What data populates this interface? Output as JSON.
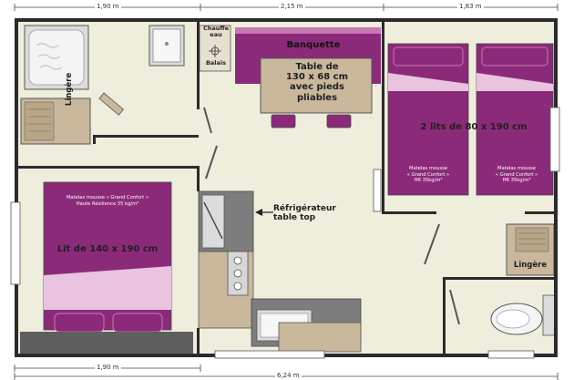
{
  "dimensions": {
    "top": [
      "1,90 m",
      "2,15 m",
      "1,83 m"
    ],
    "bottom": [
      "1,90 m",
      "6,24 m"
    ]
  },
  "labels": {
    "chauffe_eau": "Chauffe\neau",
    "balais": "Balais",
    "banquette": "Banquette",
    "table": "Table de\n130 x 68 cm\navec pieds\npliables",
    "lingere_left": "Lingère",
    "lingere_right": "Lingère",
    "twin_beds": "2 lits de 80 x 190 cm",
    "mattress_twin_left": "Matelas mousse\n« Grand Confort »\nHR 35kg/m³",
    "mattress_twin_right": "Matelas mousse\n« Grand Confort »\nHR 35kg/m³",
    "mattress_double": "Matelas mousse « Grand Confort »\nHaute Résilience 35 kg/m³",
    "double_bed": "Lit de 140 x 190 cm",
    "fridge": "Réfrigérateur\ntable top"
  },
  "colors": {
    "wall": "#2b2b2b",
    "floor": "#efeedd",
    "purple": "#8c2a7a",
    "pink": "#e9c3df",
    "fixture": "#c9b89c",
    "grey": "#7d7d7d"
  }
}
